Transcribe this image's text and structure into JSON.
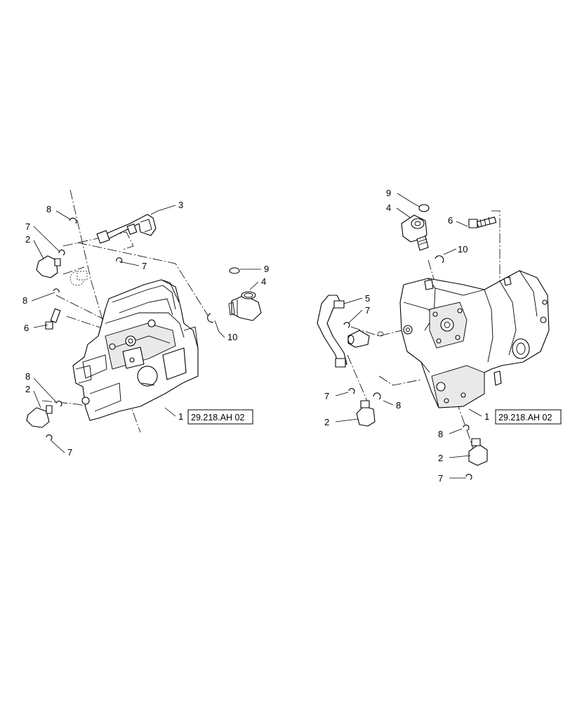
{
  "callouts": {
    "l_1": "1",
    "l_2a": "2",
    "l_2b": "2",
    "l_3": "3",
    "l_4": "4",
    "l_6": "6",
    "l_7a": "7",
    "l_7b": "7",
    "l_7c": "7",
    "l_8a": "8",
    "l_8b": "8",
    "l_8c": "8",
    "l_9": "9",
    "l_10": "10",
    "r_1": "1",
    "r_2a": "2",
    "r_2b": "2",
    "r_4": "4",
    "r_5": "5",
    "r_6": "6",
    "r_7a": "7",
    "r_7b": "7",
    "r_7c": "7",
    "r_8a": "8",
    "r_8b": "8",
    "r_9": "9",
    "r_10": "10"
  },
  "references": {
    "left": "29.218.AH 02",
    "right": "29.218.AH 02"
  }
}
